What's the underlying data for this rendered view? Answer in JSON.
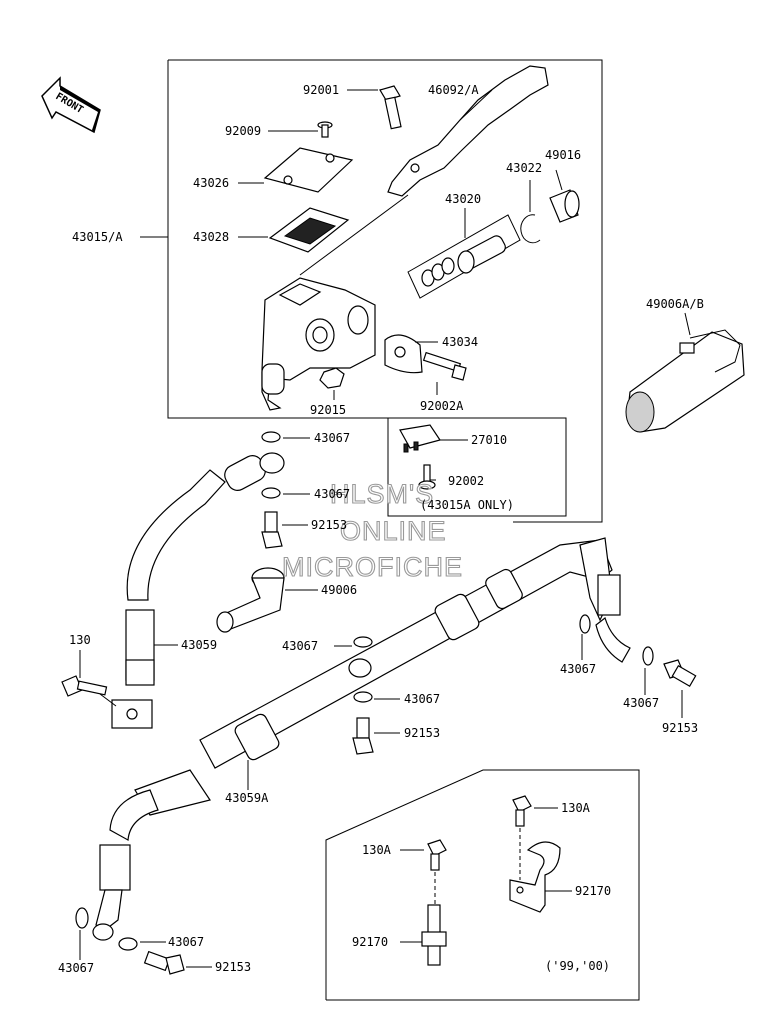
{
  "front_badge": "FRONT",
  "watermark": [
    "HLSM'S",
    "ONLINE",
    "MICROFICHE"
  ],
  "labels": {
    "p92001": "92001",
    "p46092A": "46092/A",
    "p92009": "92009",
    "p43026": "43026",
    "p43022": "43022",
    "p49016": "49016",
    "p43020": "43020",
    "p43015A": "43015/A",
    "p43028": "43028",
    "p49006AB": "49006A/B",
    "p43034": "43034",
    "p92015": "92015",
    "p92002A": "92002A",
    "p43067a": "43067",
    "p27010": "27010",
    "p43067b": "43067",
    "p92002": "92002",
    "p43015Aonly": "(43015A ONLY)",
    "p92153a": "92153",
    "p49006": "49006",
    "p130": "130",
    "p43059": "43059",
    "p43067c": "43067",
    "p43067d": "43067",
    "p43067e": "43067",
    "p43067f": "43067",
    "p92153b": "92153",
    "p92153c": "92153",
    "p43059A": "43059A",
    "p130Aa": "130A",
    "p130Ab": "130A",
    "p92170a": "92170",
    "p92170b": "92170",
    "p43067g": "43067",
    "p43067h": "43067",
    "p92153d": "92153",
    "years": "('99,'00)"
  }
}
